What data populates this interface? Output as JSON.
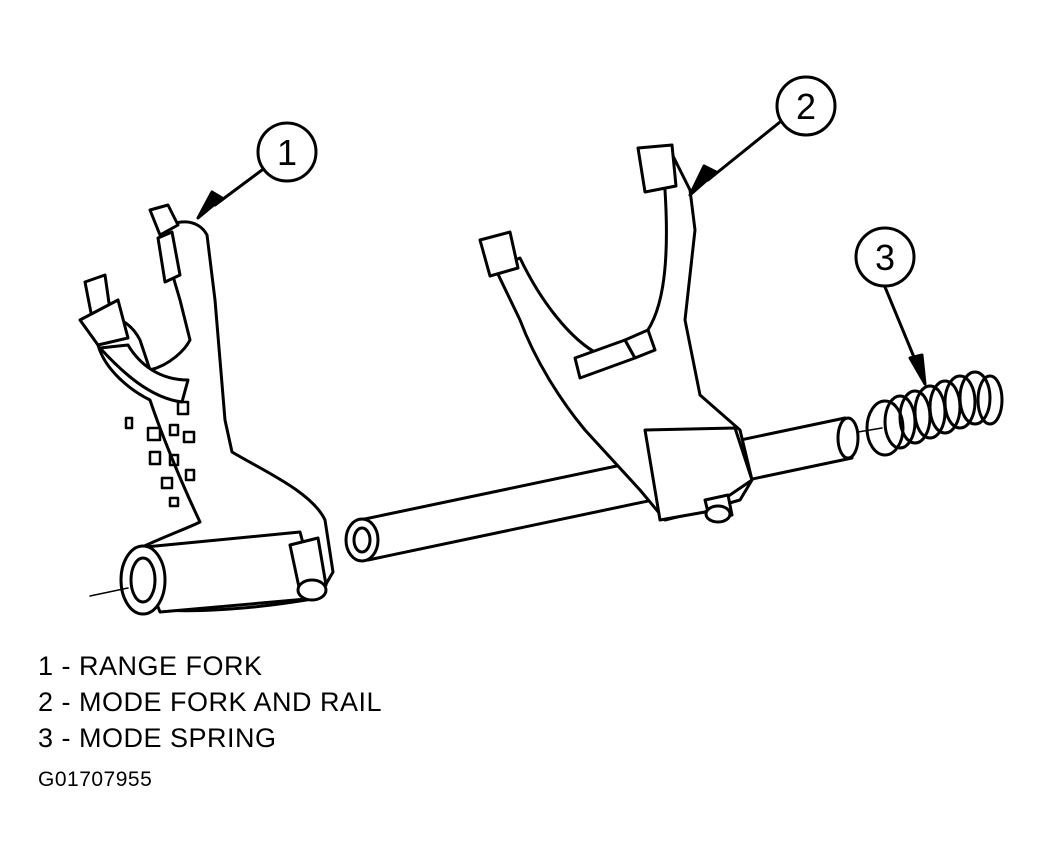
{
  "callouts": [
    {
      "number": "1"
    },
    {
      "number": "2"
    },
    {
      "number": "3"
    }
  ],
  "legend": [
    {
      "text": "1 - RANGE FORK"
    },
    {
      "text": "2 - MODE FORK AND RAIL"
    },
    {
      "text": "3 - MODE SPRING"
    }
  ],
  "figure_id": "G01707955"
}
